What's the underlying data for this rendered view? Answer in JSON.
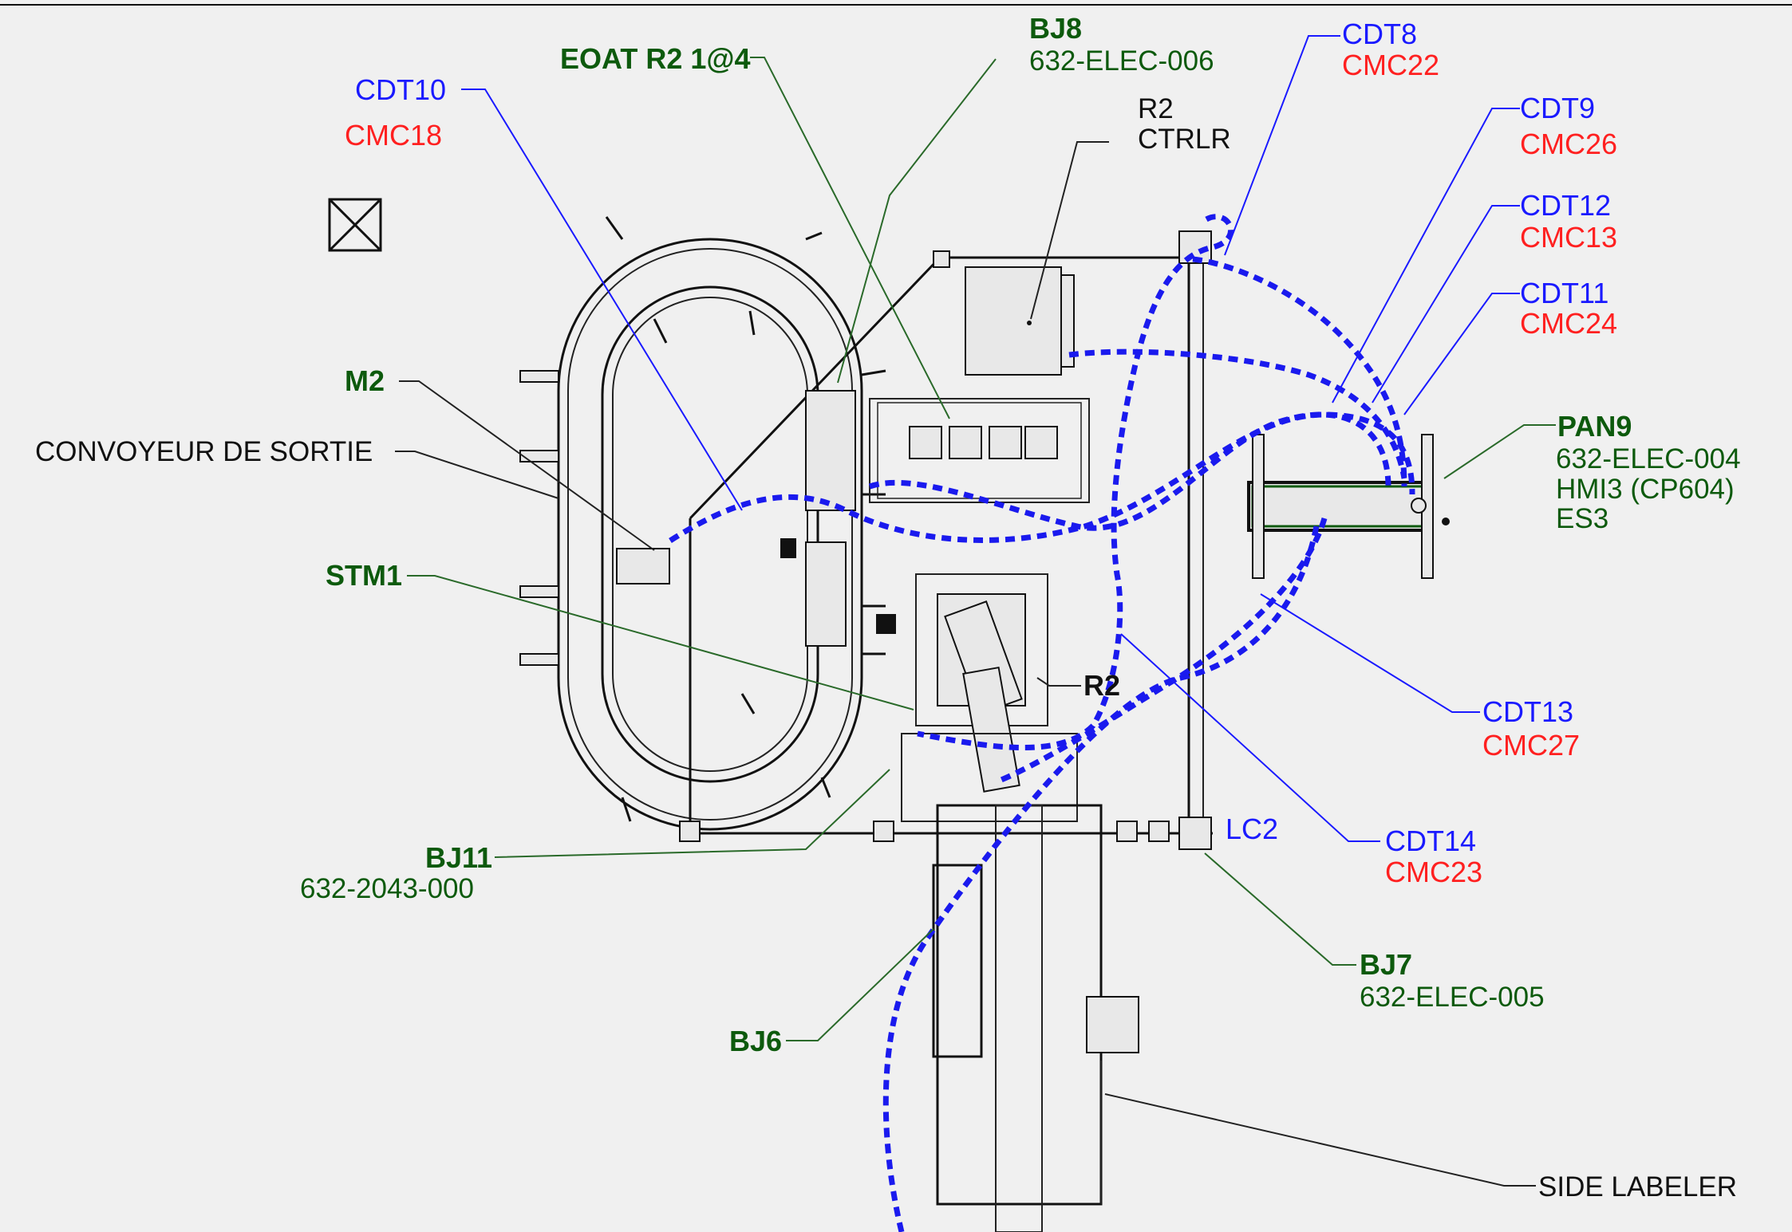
{
  "labels": {
    "cdt10": "CDT10",
    "cmc18": "CMC18",
    "eoat": "EOAT R2 1@4",
    "bj8": "BJ8",
    "bj8_part": "632-ELEC-006",
    "r2ctrlr_1": "R2",
    "r2ctrlr_2": "CTRLR",
    "cdt8": "CDT8",
    "cmc22": "CMC22",
    "cdt9": "CDT9",
    "cmc26": "CMC26",
    "cdt12": "CDT12",
    "cmc13": "CMC13",
    "cdt11": "CDT11",
    "cmc24": "CMC24",
    "pan9": "PAN9",
    "pan9_part": "632-ELEC-004",
    "pan9_hmi": "HMI3 (CP604)",
    "pan9_es": "ES3",
    "m2": "M2",
    "convoyeur": "CONVOYEUR DE SORTIE",
    "stm1": "STM1",
    "r2": "R2",
    "cdt13": "CDT13",
    "cmc27": "CMC27",
    "lc2": "LC2",
    "cdt14": "CDT14",
    "cmc23": "CMC23",
    "bj11": "BJ11",
    "bj11_part": "632-2043-000",
    "bj7": "BJ7",
    "bj7_part": "632-ELEC-005",
    "bj6": "BJ6",
    "side_labeler": "SIDE LABELER"
  },
  "colors": {
    "background": "#f0f0f0",
    "cable_blue": "#1a1aee",
    "label_red": "#ff2020",
    "label_green": "#0d5a0d"
  }
}
